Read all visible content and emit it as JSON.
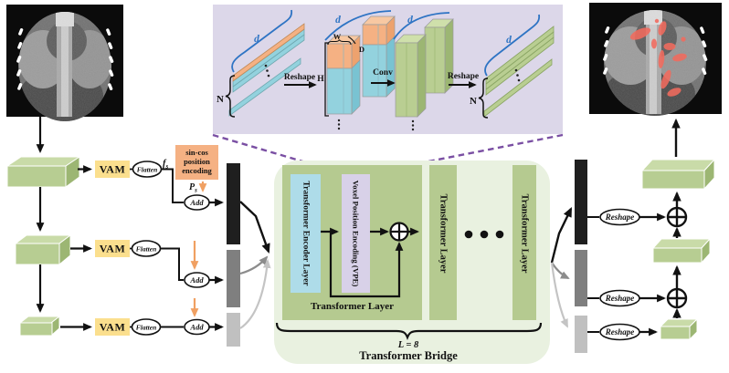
{
  "inset": {
    "d_label": "d",
    "n_label": "N",
    "w_label": "W",
    "depth_label": "D",
    "height_label": "H",
    "reshape_label": "Reshape",
    "conv_label": "Conv"
  },
  "encoder_path": {
    "vam_label": "VAM",
    "flatten_label": "Flatten",
    "add_label": "Add",
    "sincos_line1": "sin-cos",
    "sincos_line2": "position",
    "sincos_line3": "encoding",
    "f_label": "f",
    "f_sub": "s",
    "p_label": "P",
    "p_sub": "s"
  },
  "bridge": {
    "encoder_layer": "Transformer Encoder Layer",
    "vpe": "Voxel Position Encoding (VPE)",
    "transformer_layer_caption": "Transformer Layer",
    "transformer_layer_bar": "Transformer Layer",
    "depth_eq": "L = 8",
    "title": "Transformer Bridge"
  },
  "decoder_path": {
    "reshape_label": "Reshape"
  },
  "colors": {
    "inset_bg": "#dcd7e9",
    "bridge_bg": "#e9f1e0",
    "panel_green": "#b5ca90",
    "encoder_blue": "#aedce9",
    "vpe_purple": "#d8d1e8",
    "vam_yellow": "#fbdf8e",
    "sincos_orange": "#f5b183",
    "token_cyan": "#93d2de",
    "box_green": "#b9ce92",
    "bar_black": "#1f1f1f",
    "bar_gray": "#7f7f7f",
    "bar_lightgray": "#c0c0c0",
    "overlay_red": "#f26b5e",
    "dash_purple": "#7a4fa3",
    "label_blue": "#2e74c4"
  }
}
